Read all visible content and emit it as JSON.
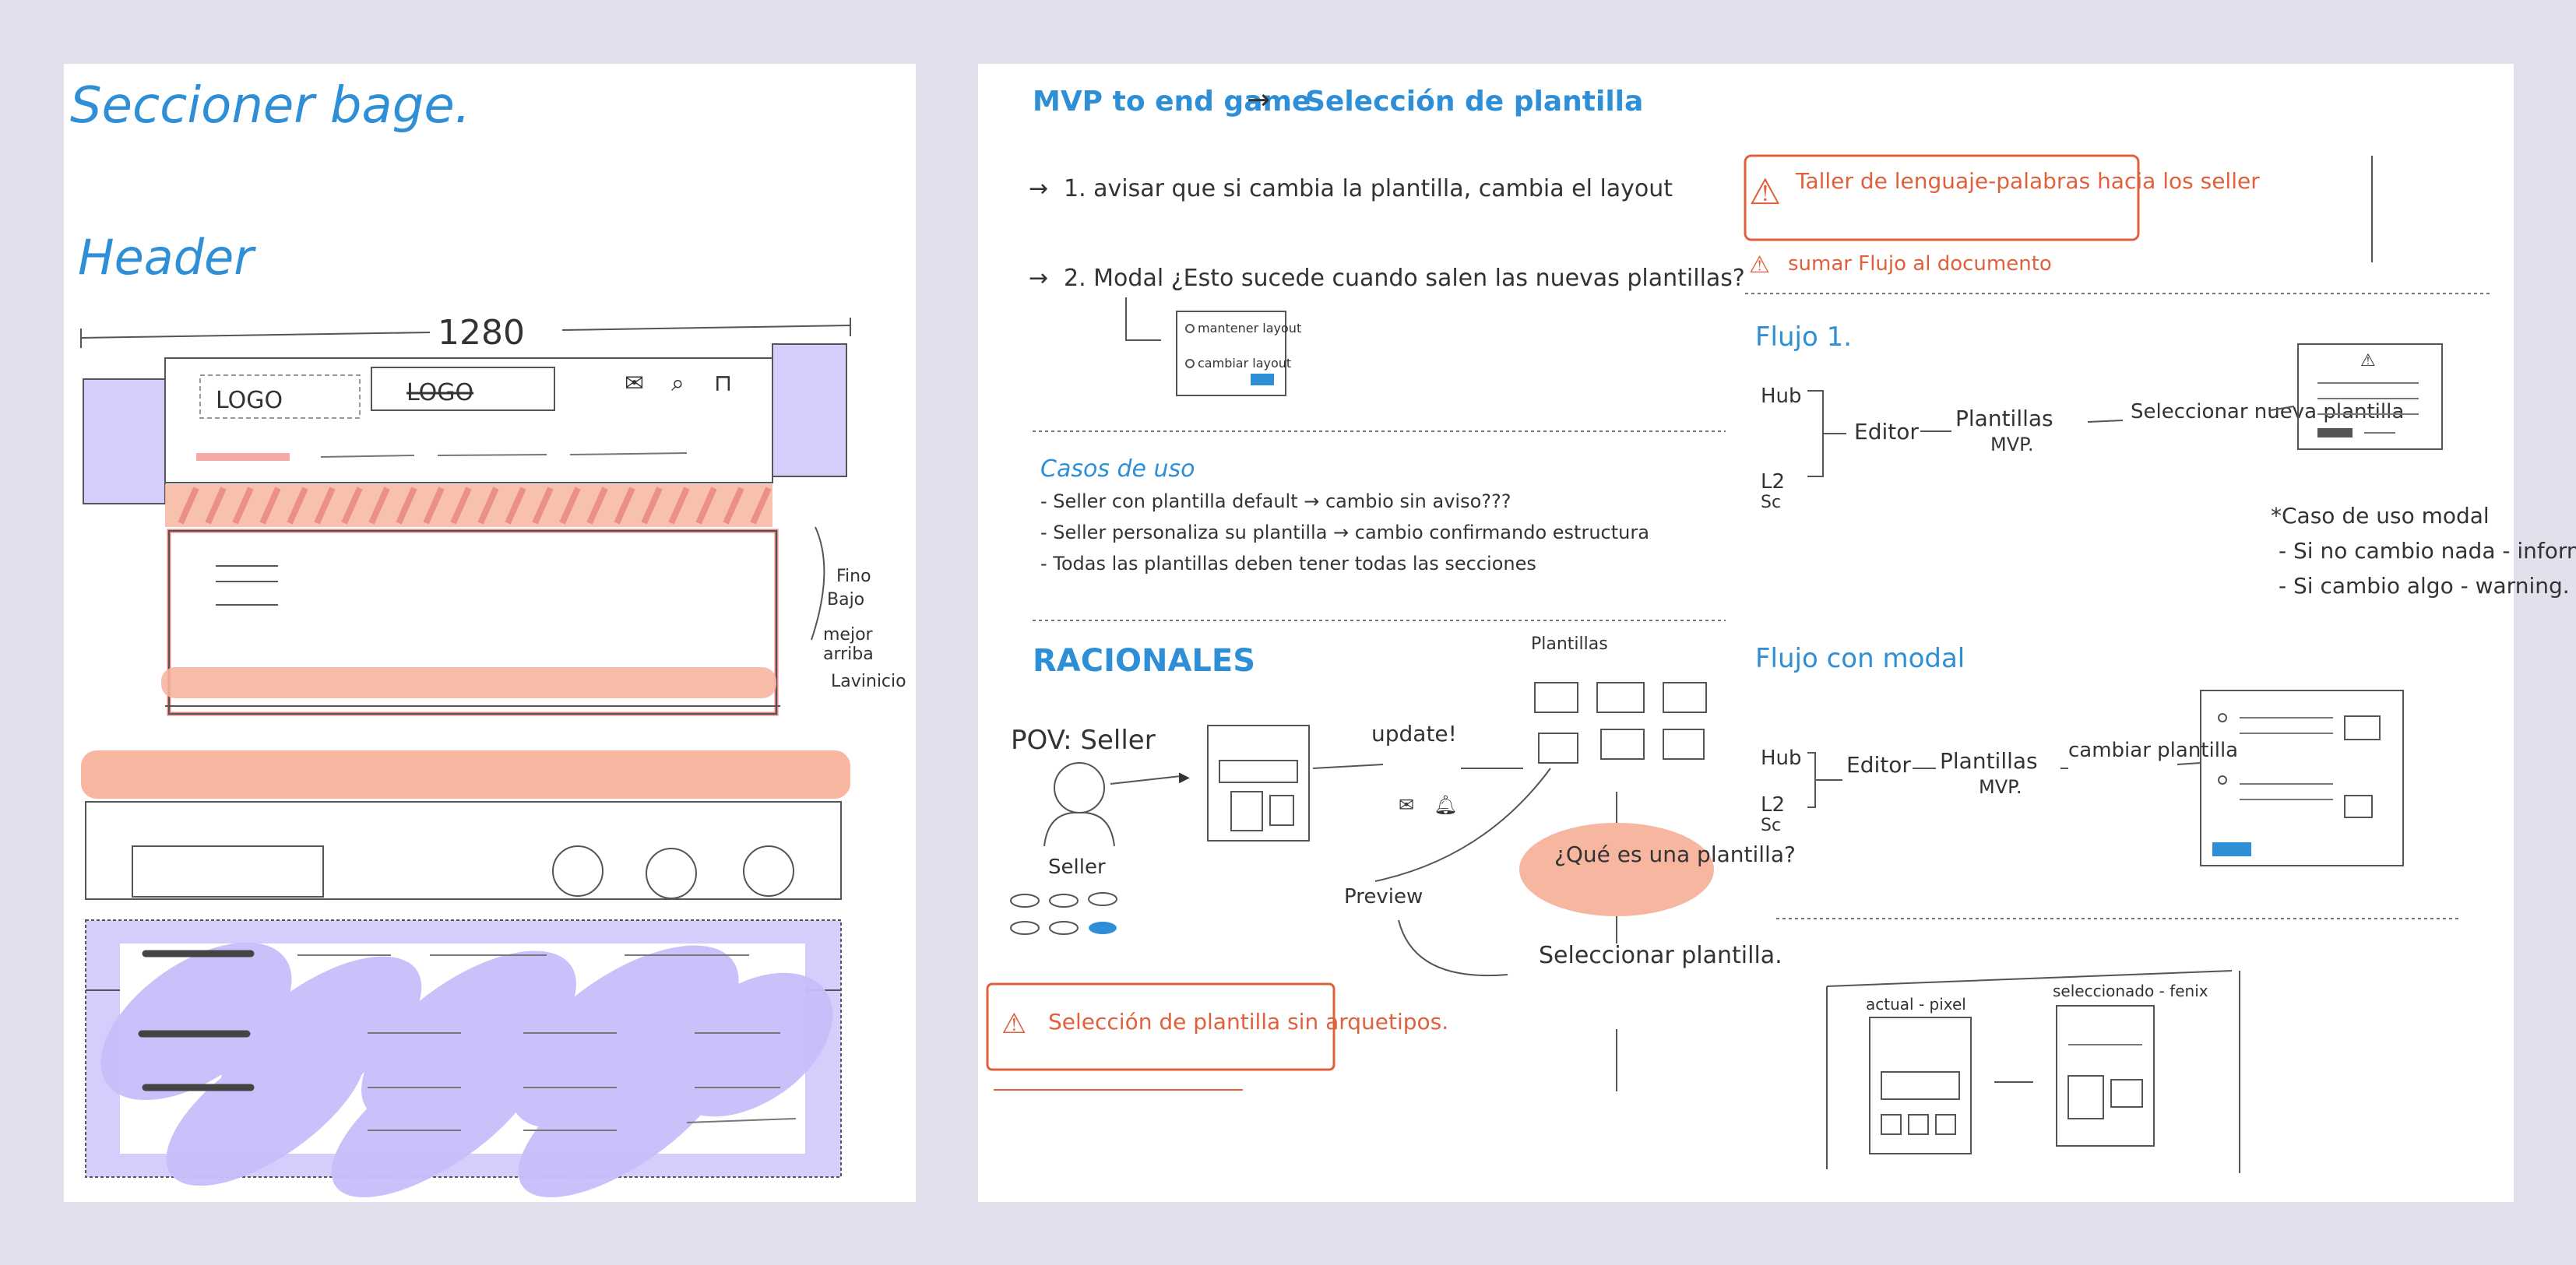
{
  "left_page": {
    "title": "Seccioner bage.",
    "header_label": "Header",
    "width_marker": "1280",
    "nav_logo": "LOGO",
    "nav_logo2": "LOGO",
    "side_note_1": "Fino",
    "side_note_2": "Bajo",
    "side_note_3": "mejor",
    "side_note_4": "arriba",
    "side_note_5": "Lavinicio"
  },
  "right_page": {
    "main_title": "MVP to end game",
    "main_title_target": "Selección de plantilla",
    "step1": "1. avisar que si cambia la plantilla, cambia el layout",
    "step2": "2. Modal ¿Esto sucede cuando salen las nuevas plantillas?",
    "modal_opt1": "mantener layout",
    "modal_opt2": "cambiar layout",
    "use_cases_title": "Casos de uso",
    "use_case_1": "- Seller con plantilla default → cambio sin aviso???",
    "use_case_2": "- Seller personaliza su plantilla → cambio confirmando estructura",
    "use_case_3": "- Todas las plantillas deben tener todas las secciones",
    "rationales_title": "RACIONALES",
    "pov": "POV: Seller",
    "seller": "Seller",
    "update": "update!",
    "templates_label": "Plantillas",
    "preview": "Preview",
    "question_bubble": "¿Qué es una plantilla?",
    "select_template": "Seleccionar plantilla.",
    "warning_archetypes": "Selección de plantilla sin arquetipos.",
    "workshop_note": "Taller de lenguaje-palabras hacia los seller",
    "add_flow": "sumar Flujo al documento",
    "flow1_title": "Flujo 1.",
    "flow_hub": "Hub",
    "flow_l2": "L2",
    "flow_sc": "Sc",
    "flow_editor": "Editor",
    "flow_templates": "Plantillas",
    "flow_mvp": "MVP.",
    "flow_select_new": "Seleccionar nueva plantilla",
    "modal_case_title": "*Caso de uso modal",
    "modal_case_1": "- Si no cambio nada - informativo",
    "modal_case_2": "- Si cambio algo - warning.",
    "flow_modal_title": "Flujo con modal",
    "flow_change": "cambiar plantilla",
    "current_label": "actual - pixel",
    "selected_label": "seleccionado - fenix"
  },
  "colors": {
    "background": "#e1e1ee",
    "ink_blue": "#2f8fd6",
    "ink_dark": "#333333",
    "warning_orange": "#e0603c",
    "highlight_pink": "#f3b6b0",
    "highlight_purple": "#d6cdfc"
  }
}
